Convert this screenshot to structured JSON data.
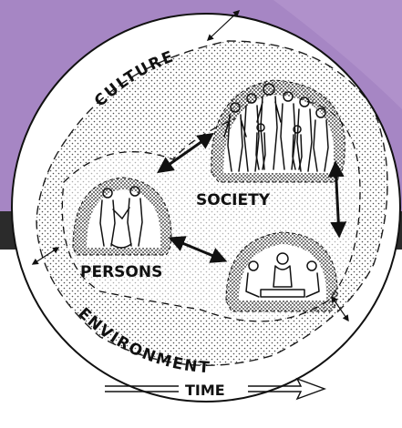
{
  "labels": {
    "culture": "CULTURE",
    "society": "SOCIETY",
    "persons": "PERSONS",
    "environment": "ENVIRONMENT",
    "time": "TIME"
  },
  "colors": {
    "banner_purple": "#a686c4",
    "banner_purple_dark": "#8f6db3",
    "band_dark": "#2b2b2b",
    "ink": "#111111",
    "circle_fill": "#ffffff"
  },
  "icons": [
    "double-arrow-icon",
    "time-arrow-icon",
    "people-group-icon",
    "person-pair-icon",
    "seated-group-icon"
  ]
}
